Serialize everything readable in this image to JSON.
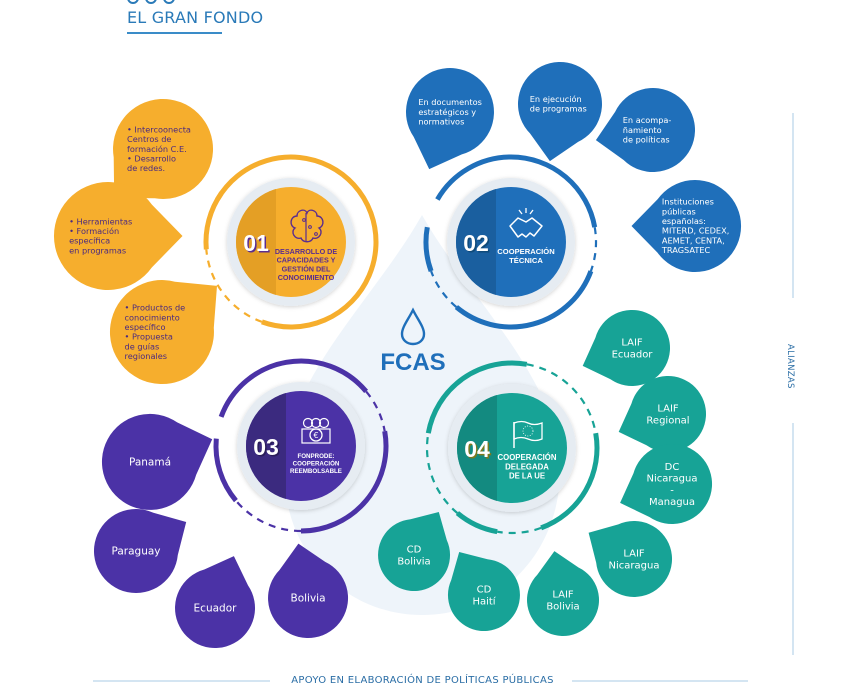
{
  "header": {
    "title": "EL GRAN FONDO"
  },
  "center": {
    "logo_icon": "water-drop-icon",
    "label": "FCAS"
  },
  "side_label": "ALIANZAS",
  "bottom_label": "APOYO EN ELABORACIÓN DE POLÍTICAS PÚBLICAS",
  "colors": {
    "brand_blue": "#2a7ab8",
    "orange": "#f6ae2d",
    "orange_dark": "#e49f25",
    "orange_text": "#5b2d8e",
    "blue": "#1f6fba",
    "blue_dark": "#1a5f9f",
    "purple": "#4b32a6",
    "purple_dark": "#3b2a7f",
    "teal": "#17a396",
    "teal_dark": "#138a80",
    "drop_bg": "#eef4fa"
  },
  "pillars": [
    {
      "number": "01",
      "title_lines": [
        "DESARROLLO DE",
        "CAPACIDADES Y",
        "GESTIÓN DEL",
        "CONOCIMIENTO"
      ],
      "icon": "brain-circuit-icon",
      "bubbles": [
        {
          "lines": [
            "• Intercoonecta",
            "  Centros de",
            "  formación C.E.",
            "• Desarrollo",
            "  de redes."
          ]
        },
        {
          "lines": [
            "• Herramientas",
            "• Formación",
            "  específica",
            "  en programas"
          ]
        },
        {
          "lines": [
            "• Productos de",
            "  conocimiento",
            "  específico",
            "• Propuesta",
            "  de guías",
            "  regionales"
          ]
        }
      ]
    },
    {
      "number": "02",
      "title_lines": [
        "COOPERACIÓN",
        "TÉCNICA"
      ],
      "icon": "handshake-icon",
      "bubbles": [
        {
          "lines": [
            "En documentos",
            "estratégicos y",
            "normativos"
          ]
        },
        {
          "lines": [
            "En ejecución",
            "de programas"
          ]
        },
        {
          "lines": [
            "En acompa-",
            "ñamiento",
            "de políticas"
          ]
        },
        {
          "lines": [
            "Instituciones",
            "públicas",
            "españolas:",
            "MITERD, CEDEX,",
            "AEMET, CENTA,",
            "TRAGSATEC"
          ]
        }
      ]
    },
    {
      "number": "03",
      "title_lines": [
        "FONPRODE:",
        "COOPERACIÓN",
        "REEMBOLSABLE"
      ],
      "icon": "people-euro-icon",
      "bubbles": [
        {
          "lines": [
            "Panamá"
          ]
        },
        {
          "lines": [
            "Paraguay"
          ]
        },
        {
          "lines": [
            "Ecuador"
          ]
        },
        {
          "lines": [
            "Bolivia"
          ]
        }
      ]
    },
    {
      "number": "04",
      "title_lines": [
        "COOPERACIÓN",
        "DELEGADA",
        "DE LA UE"
      ],
      "icon": "eu-flag-icon",
      "bubbles": [
        {
          "lines": [
            "LAIF",
            "Ecuador"
          ]
        },
        {
          "lines": [
            "LAIF",
            "Regional"
          ]
        },
        {
          "lines": [
            "DC",
            "Nicaragua",
            "-",
            "Managua"
          ]
        },
        {
          "lines": [
            "LAIF",
            "Nicaragua"
          ]
        },
        {
          "lines": [
            "LAIF",
            "Bolivia"
          ]
        },
        {
          "lines": [
            "CD",
            "Haití"
          ]
        },
        {
          "lines": [
            "CD",
            "Bolivia"
          ]
        }
      ]
    }
  ]
}
